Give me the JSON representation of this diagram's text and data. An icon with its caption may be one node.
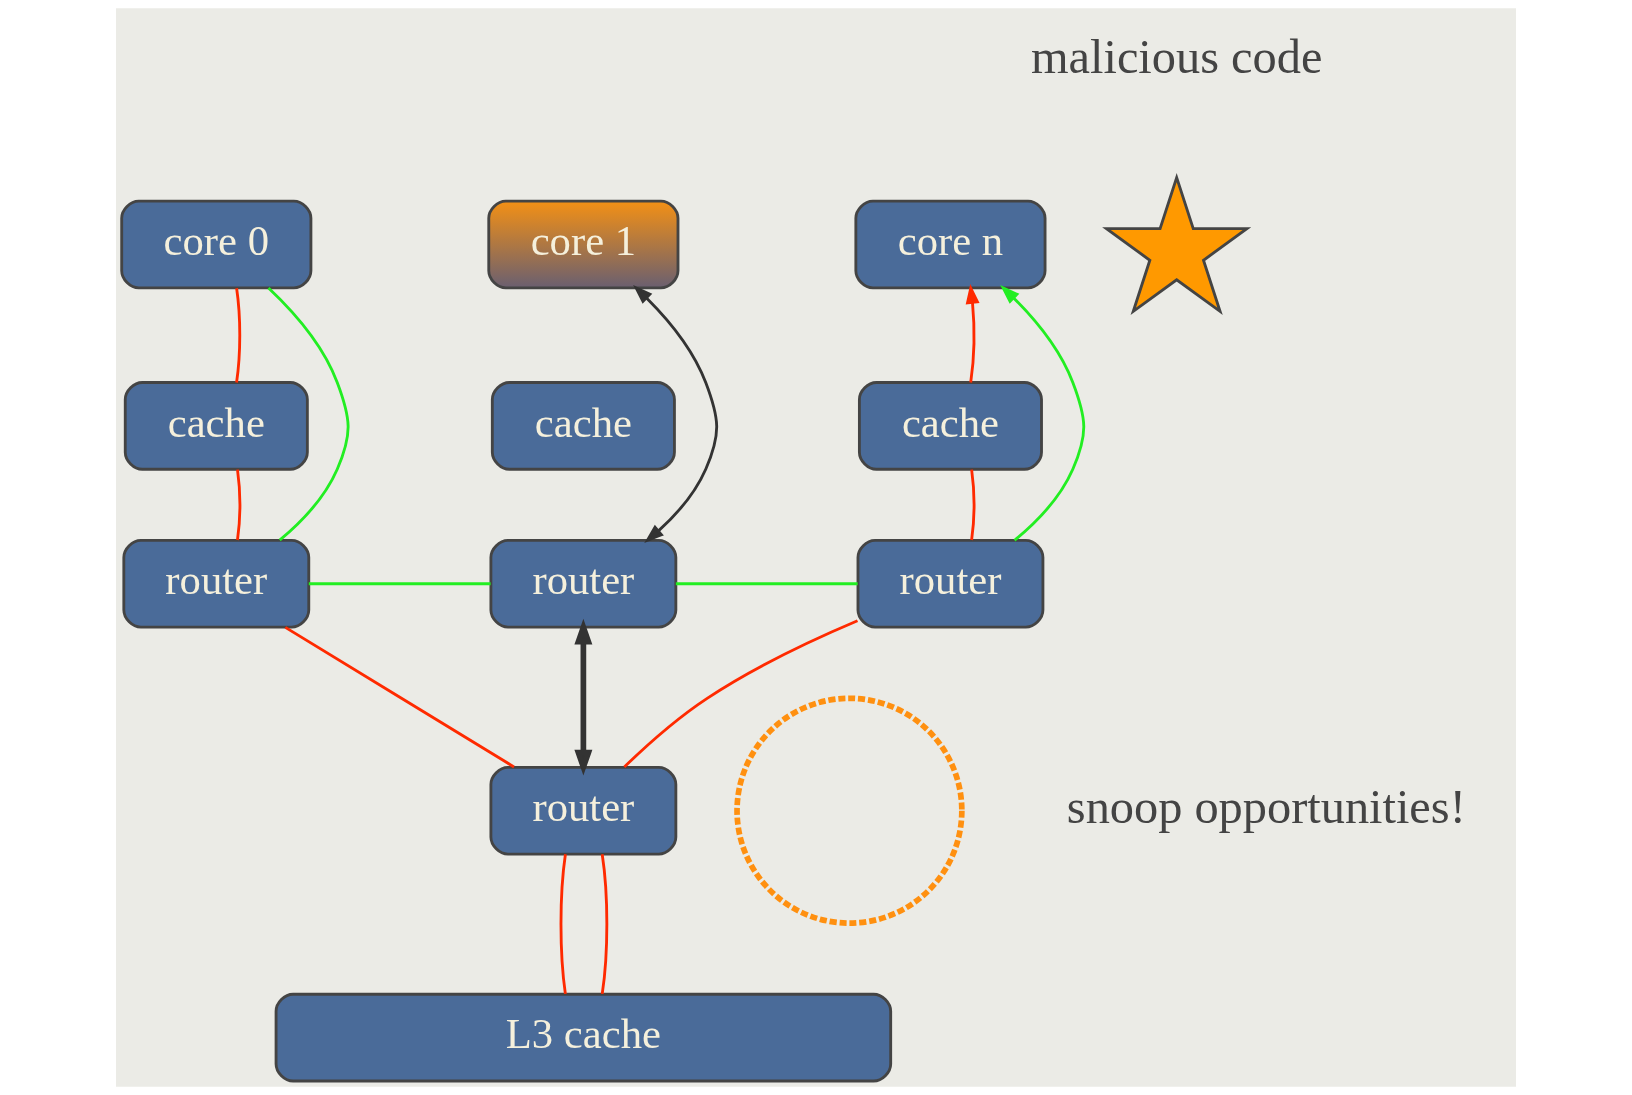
{
  "diagram": {
    "nodes": [
      {
        "text": [
          "core 0"
        ]
      },
      {
        "text": [
          "cache"
        ]
      },
      {
        "text": [
          "router"
        ]
      },
      {
        "text": [
          "core 1"
        ]
      },
      {
        "text": [
          "cache"
        ]
      },
      {
        "text": [
          "router"
        ]
      },
      {
        "text": [
          "core n"
        ]
      },
      {
        "text": [
          "cache"
        ]
      },
      {
        "text": [
          "router"
        ]
      },
      {
        "text": [
          "router"
        ]
      },
      {
        "text": [
          "L3 cache"
        ]
      },
      {
        "text": [],
        "shape": "star"
      },
      {
        "text": [],
        "shape": "circle"
      }
    ],
    "edges": [
      {
        "from": 3,
        "to": 5,
        "arrow": "both",
        "color": "#333333"
      },
      {
        "from": 5,
        "to": 9,
        "arrow": "both",
        "style": "thick",
        "color": "#333333"
      },
      {
        "from": 0,
        "to": 1,
        "arrow": "none",
        "color": "#ff2a00"
      },
      {
        "from": 1,
        "to": 2,
        "arrow": "none",
        "color": "#ff2a00"
      },
      {
        "from": 2,
        "to": 9,
        "arrow": "none",
        "color": "#ff2a00"
      },
      {
        "from": 9,
        "to": 10,
        "arrow": "none",
        "color": "#ff2a00"
      },
      {
        "from": 10,
        "to": 9,
        "arrow": "none",
        "color": "#ff2a00"
      },
      {
        "from": 9,
        "to": 8,
        "arrow": "none",
        "color": "#ff2a00"
      },
      {
        "from": 8,
        "to": 7,
        "arrow": "none",
        "color": "#ff2a00"
      },
      {
        "from": 7,
        "to": 6,
        "arrow": "to",
        "color": "#ff2a00"
      },
      {
        "from": 0,
        "to": 2,
        "arrow": "none",
        "color": "#22ee22"
      },
      {
        "from": 2,
        "to": 5,
        "arrow": "none",
        "color": "#22ee22"
      },
      {
        "from": 5,
        "to": 8,
        "arrow": "none",
        "color": "#22ee22"
      },
      {
        "from": 8,
        "to": 6,
        "arrow": "to",
        "color": "#22ee22"
      }
    ],
    "labels": [
      "malicious code",
      "snoop opportunities!"
    ]
  }
}
